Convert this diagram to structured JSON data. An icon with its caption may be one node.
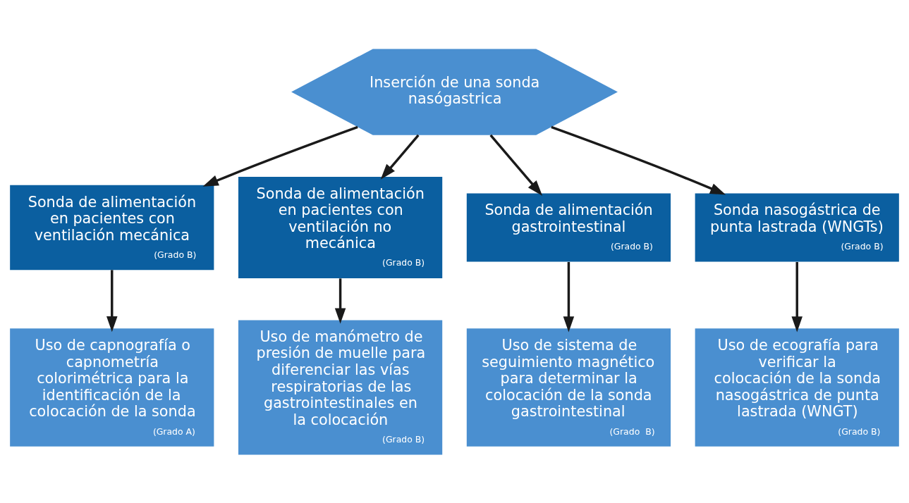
{
  "diagram": {
    "nodes": [
      {
        "text": [
          "Inserción de una sonda nasógastrica"
        ]
      },
      {
        "text": [
          "Sonda de alimentación en pacientes con ventilación mecánica",
          "(Grado B)"
        ]
      },
      {
        "text": [
          "Sonda de alimentación en pacientes con ventilación no mecánica",
          "(Grado B)"
        ]
      },
      {
        "text": [
          "Sonda de alimentación gastrointestinal",
          "(Grado B)"
        ]
      },
      {
        "text": [
          "Sonda nasogástrica de punta lastrada (WNGTs)",
          "(Grado B)"
        ]
      },
      {
        "text": [
          "Uso de capnografía o capnometría colorimétrica para la identificación de la colocación de la sonda",
          "(Grado A)"
        ]
      },
      {
        "text": [
          "Uso de manómetro de presión de muelle para diferenciar las vías respiratorias de las gastrointestinales en la colocación",
          "(Grado B)"
        ]
      },
      {
        "text": [
          "Uso de sistema de seguimiento magnético para determinar la colocación de la sonda gastrointestinal",
          "(Grado  B)"
        ]
      },
      {
        "text": [
          "Uso de ecografía para verificar la colocación de la sonda nasogástrica de punta lastrada (WNGT)",
          "(Grado B)"
        ]
      }
    ],
    "edges": [
      {
        "from": 0,
        "to": 1,
        "arrow": "to"
      },
      {
        "from": 0,
        "to": 2,
        "arrow": "to"
      },
      {
        "from": 0,
        "to": 3,
        "arrow": "to"
      },
      {
        "from": 0,
        "to": 4,
        "arrow": "to"
      },
      {
        "from": 1,
        "to": 5,
        "arrow": "to"
      },
      {
        "from": 2,
        "to": 6,
        "arrow": "to"
      },
      {
        "from": 3,
        "to": 7,
        "arrow": "to"
      },
      {
        "from": 4,
        "to": 8,
        "arrow": "to"
      }
    ]
  }
}
